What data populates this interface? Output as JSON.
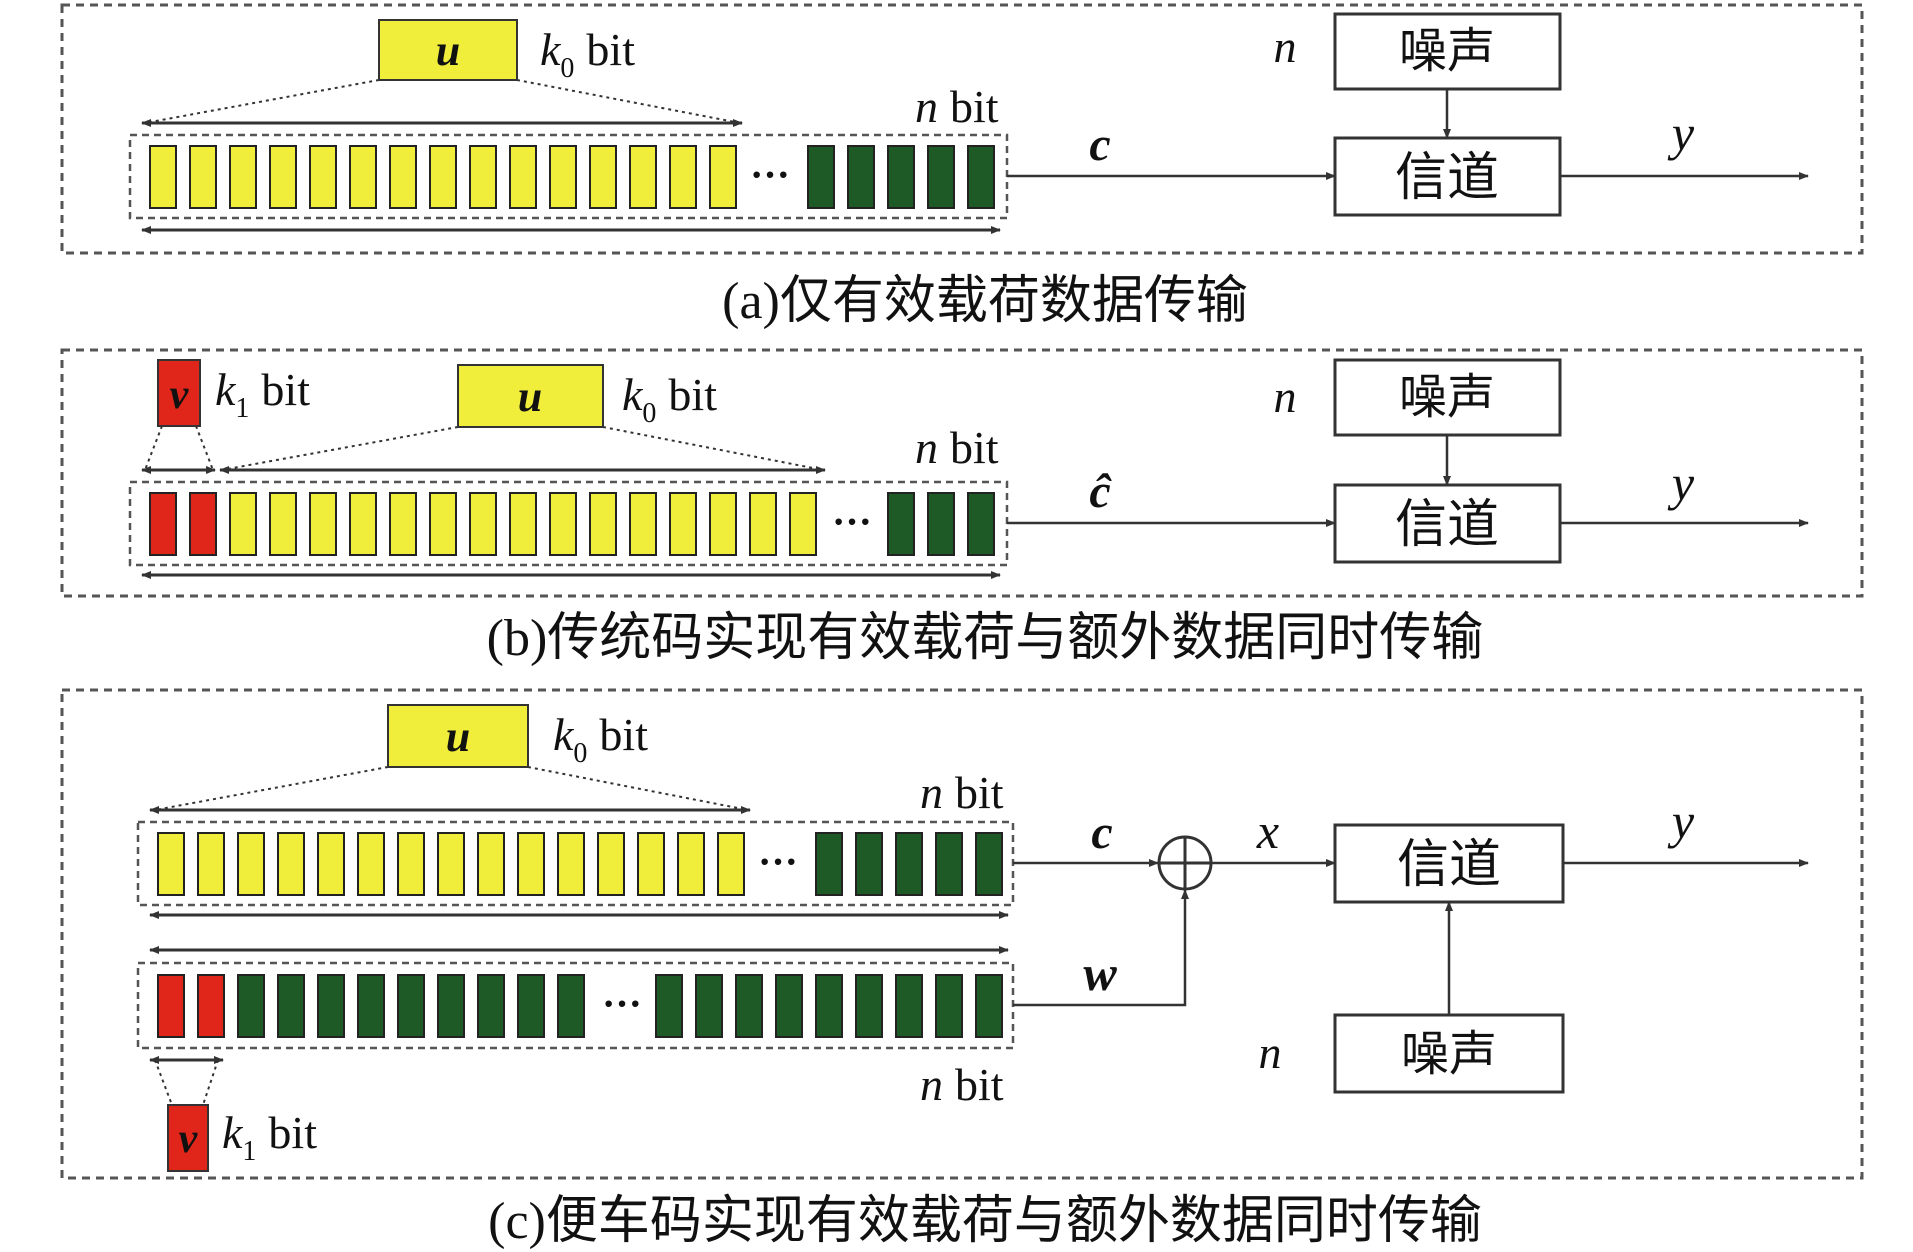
{
  "colors": {
    "payload": "#f0ee3a",
    "extra": "#e0261b",
    "parity": "#1e5a26",
    "line": "#333333",
    "frame": "#555555"
  },
  "icons": {
    "xor": "circled-plus-icon",
    "arrow": "arrowhead-icon"
  },
  "panels": [
    {
      "id": "a",
      "caption": "(a)仅有效载荷数据传输",
      "u_symbol": "u",
      "u_bits_var": "k",
      "u_bits_sub": "0",
      "u_bits_unit": "bit",
      "n_bits_var": "n",
      "n_bits_unit": "bit",
      "codeword_symbol": "c",
      "noise_var": "n",
      "noise_label": "噪声",
      "channel_label": "信道",
      "output_symbol": "y",
      "ellipsis": "···"
    },
    {
      "id": "b",
      "caption": "(b)传统码实现有效载荷与额外数据同时传输",
      "v_symbol": "v",
      "v_bits_var": "k",
      "v_bits_sub": "1",
      "v_bits_unit": "bit",
      "u_symbol": "u",
      "u_bits_var": "k",
      "u_bits_sub": "0",
      "u_bits_unit": "bit",
      "n_bits_var": "n",
      "n_bits_unit": "bit",
      "codeword_symbol": "ĉ",
      "noise_var": "n",
      "noise_label": "噪声",
      "channel_label": "信道",
      "output_symbol": "y",
      "ellipsis": "···"
    },
    {
      "id": "c",
      "caption": "(c)便车码实现有效载荷与额外数据同时传输",
      "u_symbol": "u",
      "u_bits_var": "k",
      "u_bits_sub": "0",
      "u_bits_unit": "bit",
      "n_bits_top_var": "n",
      "n_bits_top_unit": "bit",
      "codeword_symbol": "c",
      "w_symbol": "w",
      "x_symbol": "x",
      "n_bits_bottom_var": "n",
      "n_bits_bottom_unit": "bit",
      "v_symbol": "v",
      "v_bits_var": "k",
      "v_bits_sub": "1",
      "v_bits_unit": "bit",
      "noise_var": "n",
      "noise_label": "噪声",
      "channel_label": "信道",
      "output_symbol": "y",
      "ellipsis": "···"
    }
  ]
}
